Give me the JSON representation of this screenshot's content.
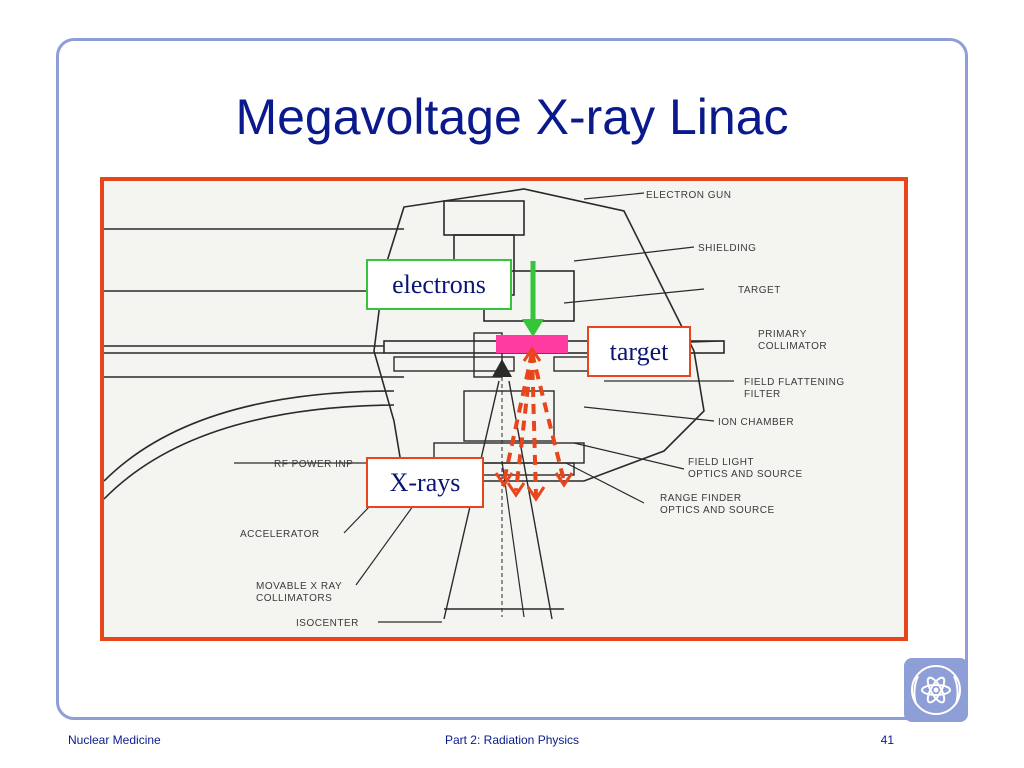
{
  "slide": {
    "title": "Megavoltage X-ray Linac",
    "footer_left": "Nuclear Medicine",
    "footer_center": "Part 2: Radiation Physics",
    "footer_page": "41"
  },
  "callouts": {
    "electrons": "electrons",
    "target": "target",
    "xrays": "X-rays"
  },
  "diagram_labels": {
    "electron_gun": "ELECTRON GUN",
    "shielding": "SHIELDING",
    "target": "TARGET",
    "primary_collimator_1": "PRIMARY",
    "primary_collimator_2": "COLLIMATOR",
    "field_flattening_1": "FIELD FLATTENING",
    "field_flattening_2": "FILTER",
    "ion_chamber": "ION CHAMBER",
    "field_light_1": "FIELD LIGHT",
    "field_light_2": "OPTICS AND SOURCE",
    "range_finder_1": "RANGE FINDER",
    "range_finder_2": "OPTICS AND SOURCE",
    "rf_power_input": "RF POWER INP",
    "accelerator": "ACCELERATOR",
    "movable_collimators_1": "MOVABLE X RAY",
    "movable_collimators_2": "COLLIMATORS",
    "isocenter": "ISOCENTER"
  },
  "colors": {
    "frame": "#8e9ed6",
    "title": "#0a1a8c",
    "figure_border": "#e8451c",
    "electron_arrow": "#35c43a",
    "target_bar": "#ff3aa0",
    "xray_arrows": "#e8451c"
  },
  "icons": {
    "logo": "iaea-atom-logo"
  }
}
